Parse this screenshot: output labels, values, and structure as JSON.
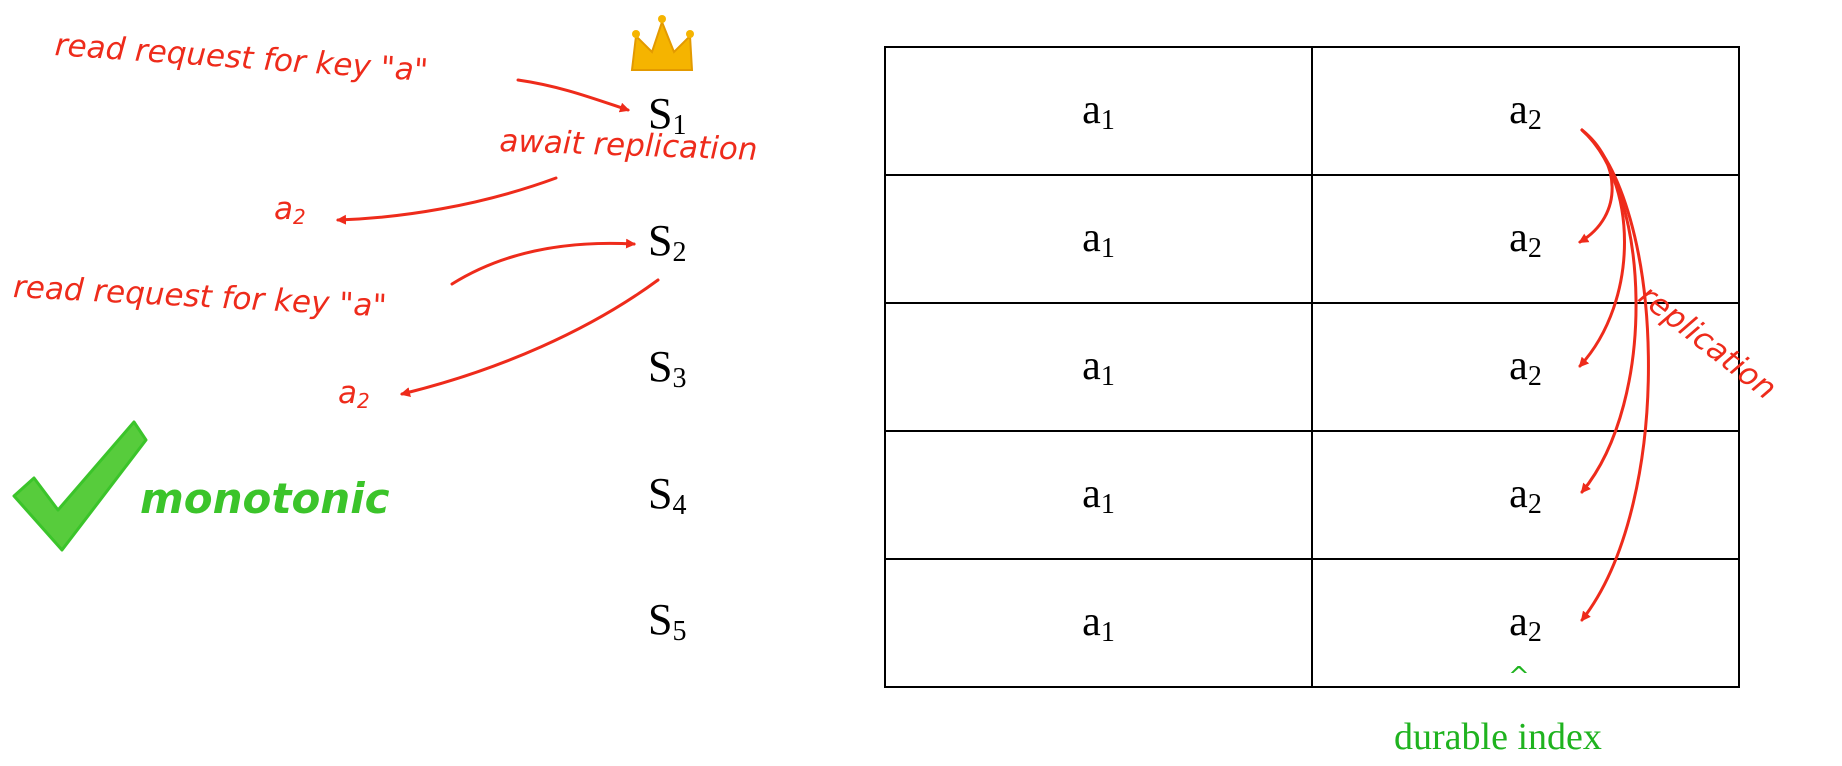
{
  "servers": [
    {
      "name": "S",
      "sub": "1"
    },
    {
      "name": "S",
      "sub": "2"
    },
    {
      "name": "S",
      "sub": "3"
    },
    {
      "name": "S",
      "sub": "4"
    },
    {
      "name": "S",
      "sub": "5"
    }
  ],
  "log": {
    "rows": [
      [
        {
          "name": "a",
          "sub": "1"
        },
        {
          "name": "a",
          "sub": "2"
        }
      ],
      [
        {
          "name": "a",
          "sub": "1"
        },
        {
          "name": "a",
          "sub": "2"
        }
      ],
      [
        {
          "name": "a",
          "sub": "1"
        },
        {
          "name": "a",
          "sub": "2"
        }
      ],
      [
        {
          "name": "a",
          "sub": "1"
        },
        {
          "name": "a",
          "sub": "2"
        }
      ],
      [
        {
          "name": "a",
          "sub": "1"
        },
        {
          "name": "a",
          "sub": "2"
        }
      ]
    ]
  },
  "annotations": {
    "read_request_1": "read request for key \"a\"",
    "await_replication": "await replication",
    "response_1": {
      "name": "a",
      "sub": "2"
    },
    "read_request_2": "read request for key \"a\"",
    "response_2": {
      "name": "a",
      "sub": "2"
    },
    "replication": "replication",
    "monotonic": "monotonic",
    "durable_index": "durable index",
    "durable_caret": "^"
  },
  "icons": {
    "leader": "crown-icon",
    "result": "checkmark-icon"
  },
  "colors": {
    "annotation": "#ee2b1b",
    "success": "#3bc42a",
    "durable": "#1fb31f",
    "crown": "#f5b400"
  }
}
